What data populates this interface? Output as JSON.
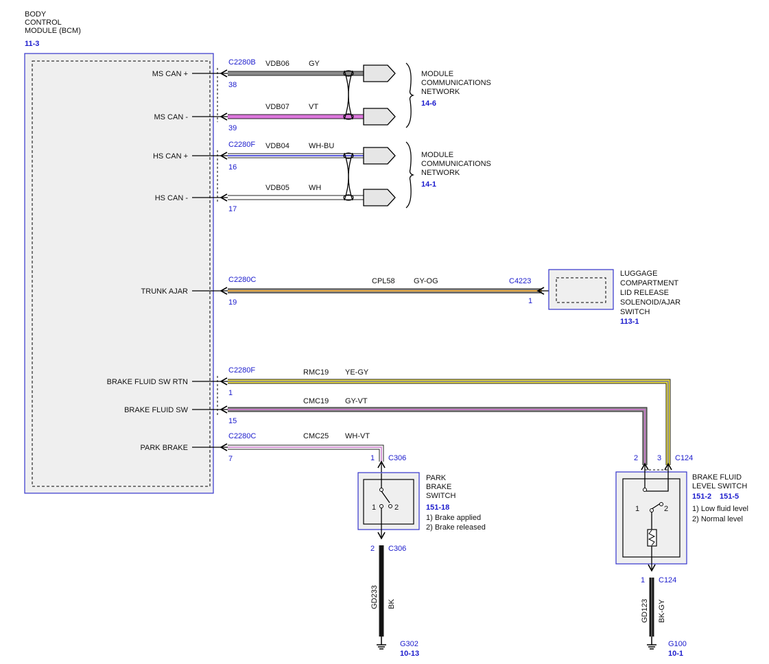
{
  "bcm": {
    "title_lines": [
      "BODY",
      "CONTROL",
      "MODULE (BCM)"
    ],
    "ref": "11-3",
    "pins": {
      "ms_can_plus": "MS CAN +",
      "ms_can_minus": "MS CAN -",
      "hs_can_plus": "HS CAN +",
      "hs_can_minus": "HS CAN -",
      "trunk_ajar": "TRUNK AJAR",
      "brake_fluid_sw_rtn": "BRAKE FLUID SW RTN",
      "brake_fluid_sw": "BRAKE FLUID SW",
      "park_brake": "PARK BRAKE"
    }
  },
  "wires": [
    {
      "id": "ms_plus",
      "connector": "C2280B",
      "pin": "38",
      "circuit": "VDB06",
      "color_code": "GY",
      "color": "#8a8a8a",
      "stripe": "#8a8a8a"
    },
    {
      "id": "ms_minus",
      "connector": "",
      "pin": "39",
      "circuit": "VDB07",
      "color_code": "VT",
      "color": "#dd77dd",
      "stripe": "#dd77dd"
    },
    {
      "id": "hs_plus",
      "connector": "C2280F",
      "pin": "16",
      "circuit": "VDB04",
      "color_code": "WH-BU",
      "color": "#ffffff",
      "stripe": "#5a5adc"
    },
    {
      "id": "hs_minus",
      "connector": "",
      "pin": "17",
      "circuit": "VDB05",
      "color_code": "WH",
      "color": "#ffffff",
      "stripe": "#ffffff"
    },
    {
      "id": "trunk",
      "connector": "C2280C",
      "pin": "19",
      "circuit": "CPL58",
      "color_code": "GY-OG",
      "color": "#8a8a8a",
      "stripe": "#e3a33a"
    },
    {
      "id": "bf_rtn",
      "connector": "C2280F",
      "pin": "1",
      "circuit": "RMC19",
      "color_code": "YE-GY",
      "color": "#f0e23a",
      "stripe": "#8a8a8a"
    },
    {
      "id": "bf_sw",
      "connector": "",
      "pin": "15",
      "circuit": "CMC19",
      "color_code": "GY-VT",
      "color": "#8a8a8a",
      "stripe": "#c278c2"
    },
    {
      "id": "park",
      "connector": "C2280C",
      "pin": "7",
      "circuit": "CMC25",
      "color_code": "WH-VT",
      "color": "#ffffff",
      "stripe": "#d79ad7"
    }
  ],
  "networks": [
    {
      "title_lines": [
        "MODULE",
        "COMMUNICATIONS",
        "NETWORK"
      ],
      "ref": "14-6"
    },
    {
      "title_lines": [
        "MODULE",
        "COMMUNICATIONS",
        "NETWORK"
      ],
      "ref": "14-1"
    }
  ],
  "luggage": {
    "title_lines": [
      "LUGGAGE",
      "COMPARTMENT",
      "LID RELEASE",
      "SOLENOID/AJAR",
      "SWITCH"
    ],
    "ref": "113-1",
    "connector": "C4223",
    "pin": "1"
  },
  "park_switch": {
    "title_lines": [
      "PARK",
      "BRAKE",
      "SWITCH"
    ],
    "ref": "151-18",
    "notes": [
      "1) Brake applied",
      "2) Brake released"
    ],
    "top_connector": "C306",
    "top_pin": "1",
    "bottom_connector": "C306",
    "bottom_pin": "2",
    "contact_1": "1",
    "contact_2": "2",
    "ground_circuit": "GD233",
    "ground_color_code": "BK",
    "ground": "G302",
    "ground_ref": "10-13"
  },
  "fluid_switch": {
    "title": "BRAKE FLUID LEVEL SWITCH",
    "title_lines": [
      "BRAKE FLUID",
      "LEVEL SWITCH"
    ],
    "refs": [
      "151-2",
      "151-5"
    ],
    "notes": [
      "1) Low fluid level",
      "2) Normal level"
    ],
    "connector": "C124",
    "pin_left": "2",
    "pin_right": "3",
    "bottom_connector": "C124",
    "bottom_pin": "1",
    "contact_1": "1",
    "contact_2": "2",
    "ground_circuit": "GD123",
    "ground_color_code": "BK-GY",
    "ground": "G100",
    "ground_ref": "10-1"
  }
}
